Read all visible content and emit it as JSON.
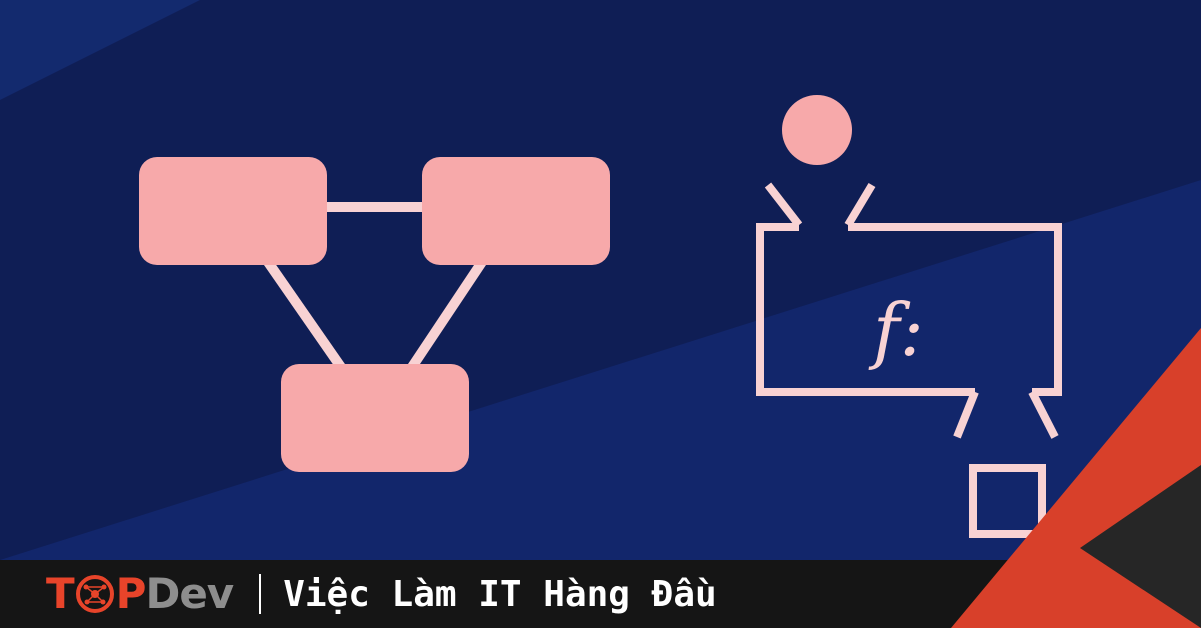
{
  "graphic": {
    "function_label": "f:"
  },
  "footer": {
    "brand_t": "T",
    "brand_p": "P",
    "brand_dev": "Dev",
    "tagline": "Việc Làm IT Hàng Đầu"
  },
  "colors": {
    "background": "#0f1e55",
    "shape_fill": "#f7a9aa",
    "outline": "#f8d2d3",
    "footer_bg": "#151515",
    "accent_red": "#d8402a"
  }
}
